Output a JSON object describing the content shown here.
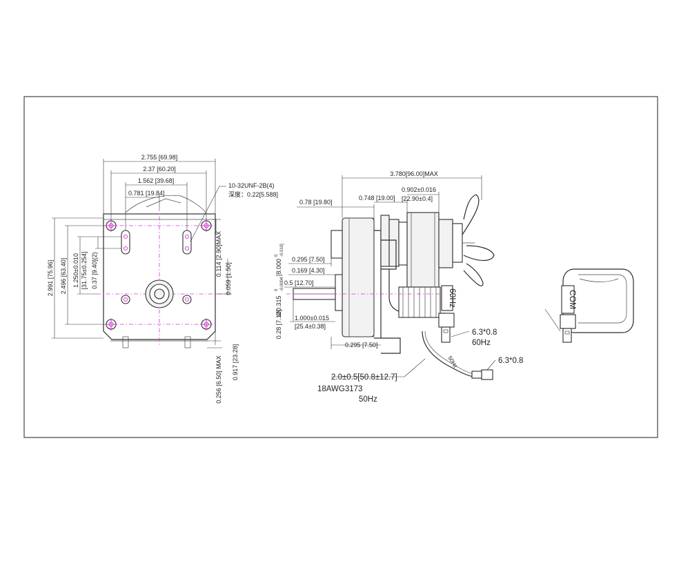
{
  "front_view": {
    "dims": {
      "overall_width": "2.755 [69.98]",
      "hole_spacing_outer": "2.37 [60.20]",
      "slot_spacing": "1.562 [39.68]",
      "shaft_offset_x": "0.781 [19.84]",
      "overall_height": "2.991 [75.96]",
      "hole_spacing_vert": "2.496 [63.40]",
      "shaft_offset_y": "1.250±0.010",
      "shaft_offset_y_mm": "[31.75±0.254]",
      "slot_dim": "0.37 [9.40](2)",
      "edge_top": "0.114 [2.90]MAX",
      "edge_side": "0.059 [1.50]",
      "base_height": "0.917 [23.28]",
      "foot_height": "0.256 [6.50] MAX"
    },
    "thread_note": "10-32UNF-2B(4)",
    "depth_note": "深度：0.22[5.588]"
  },
  "side_view": {
    "dims": {
      "overall_length": "3.780[96.00]MAX",
      "gearbox_depth": "0.78 [19.80]",
      "core_offset": "0.748 [19.00]",
      "core_width": "0.902±0.016",
      "core_width_mm": "[22.90±0.4]",
      "boss_height": "0.295 [7.50]",
      "boss_inner": "0.169 [4.30]",
      "shaft_length": "0.5 [12.70]",
      "flat_depth": "0.28 [7.12]",
      "shaft_extension": "1.000±0.015",
      "shaft_extension_mm": "[25.4±0.38]",
      "base_step": "0.295 [7.50]"
    },
    "shaft_diameter": "Ø0.315",
    "shaft_tol_upper": "0",
    "shaft_tol_lower": "-0.0004",
    "shaft_diameter_mm": "[8.000",
    "shaft_tol_mm_upper": "0",
    "shaft_tol_mm_lower": "-0.010]",
    "label_60hz": "60Hz",
    "terminal_1_size": "6.3*0.8",
    "terminal_1_freq": "60Hz",
    "terminal_2_size": "6.3*0.8",
    "wire_label": "50Hz",
    "lead_length": "2.0±0.5[50.8±12.7]",
    "wire_gauge": "18AWG3173",
    "lead_freq": "50Hz"
  },
  "end_view": {
    "label_com": "COM"
  }
}
